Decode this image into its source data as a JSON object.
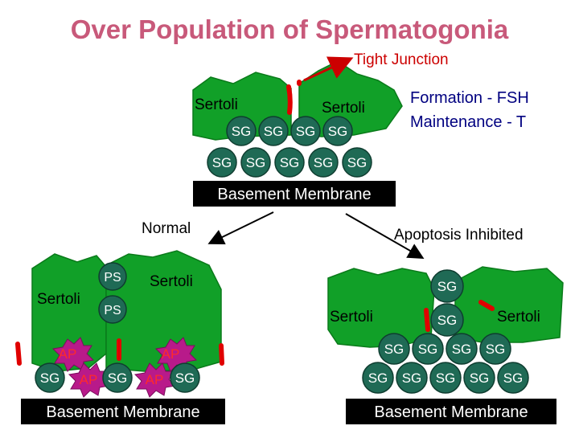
{
  "title": "Over Population of Spermatogonia",
  "top": {
    "tight_junction": "Tight Junction",
    "sertoli_left": "Sertoli",
    "sertoli_right": "Sertoli",
    "formation": "Formation - FSH",
    "maintenance": "Maintenance - T",
    "sg_row1": [
      "SG",
      "SG",
      "SG",
      "SG"
    ],
    "sg_row2": [
      "SG",
      "SG",
      "SG",
      "SG",
      "SG"
    ],
    "basement": "Basement Membrane"
  },
  "branches": {
    "normal": "Normal",
    "apoptosis": "Apoptosis Inhibited"
  },
  "left": {
    "sertoli_a": "Sertoli",
    "sertoli_b": "Sertoli",
    "ps1": "PS",
    "ps2": "PS",
    "ap1": "AP",
    "ap2": "AP",
    "bottom": [
      "SG",
      "AP",
      "SG",
      "AP",
      "SG"
    ],
    "basement": "Basement Membrane"
  },
  "right": {
    "sertoli_a": "Sertoli",
    "sertoli_b": "Sertoli",
    "sg_top": "SG",
    "sg_mid": "SG",
    "sg_row1": [
      "SG",
      "SG",
      "SG",
      "SG"
    ],
    "sg_row2": [
      "SG",
      "SG",
      "SG",
      "SG",
      "SG"
    ],
    "basement": "Basement Membrane"
  }
}
